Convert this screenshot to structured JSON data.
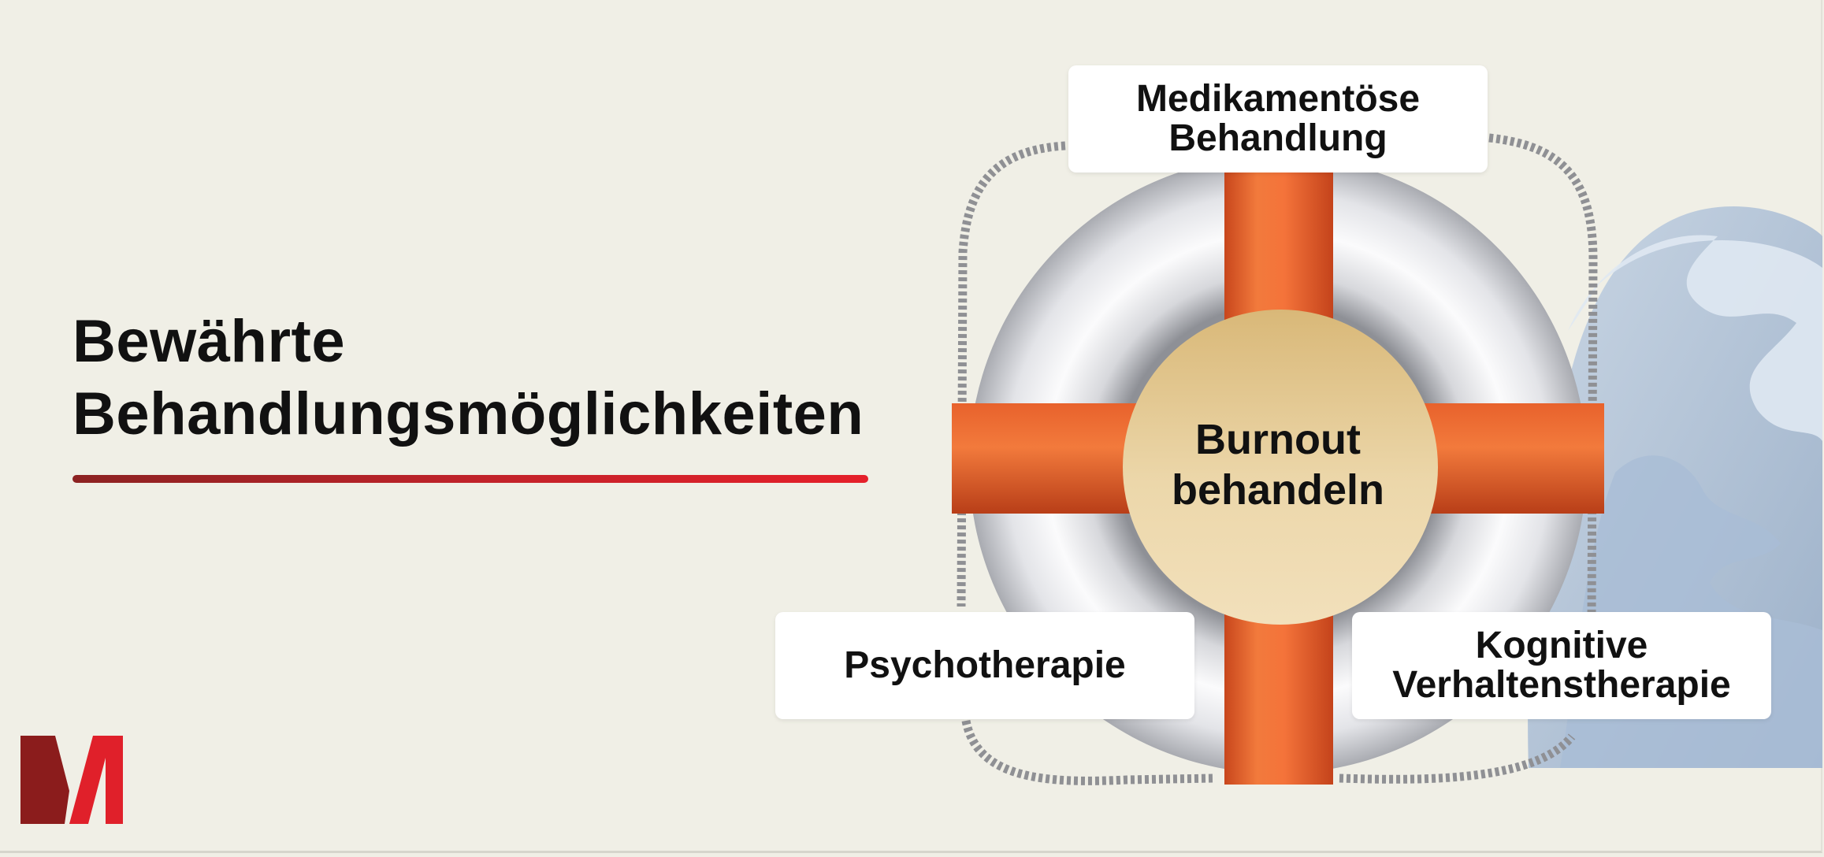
{
  "slide": {
    "title_line1": "Bewährte",
    "title_line2": "Behandlungsmöglichkeiten",
    "accent_color": "#e5202a"
  },
  "diagram": {
    "center": {
      "line1": "Burnout",
      "line2": "behandeln"
    },
    "labels": {
      "top": {
        "line1": "Medikamentöse",
        "line2": "Behandlung"
      },
      "left": {
        "line1": "Psychotherapie"
      },
      "right": {
        "line1": "Kognitive",
        "line2": "Verhaltenstherapie"
      }
    },
    "icons": [
      "lifebuoy-icon",
      "wave-icon"
    ]
  },
  "logo": {
    "icon": "m-logo-icon",
    "colors": [
      "#8b1c1c",
      "#e0202a"
    ]
  }
}
